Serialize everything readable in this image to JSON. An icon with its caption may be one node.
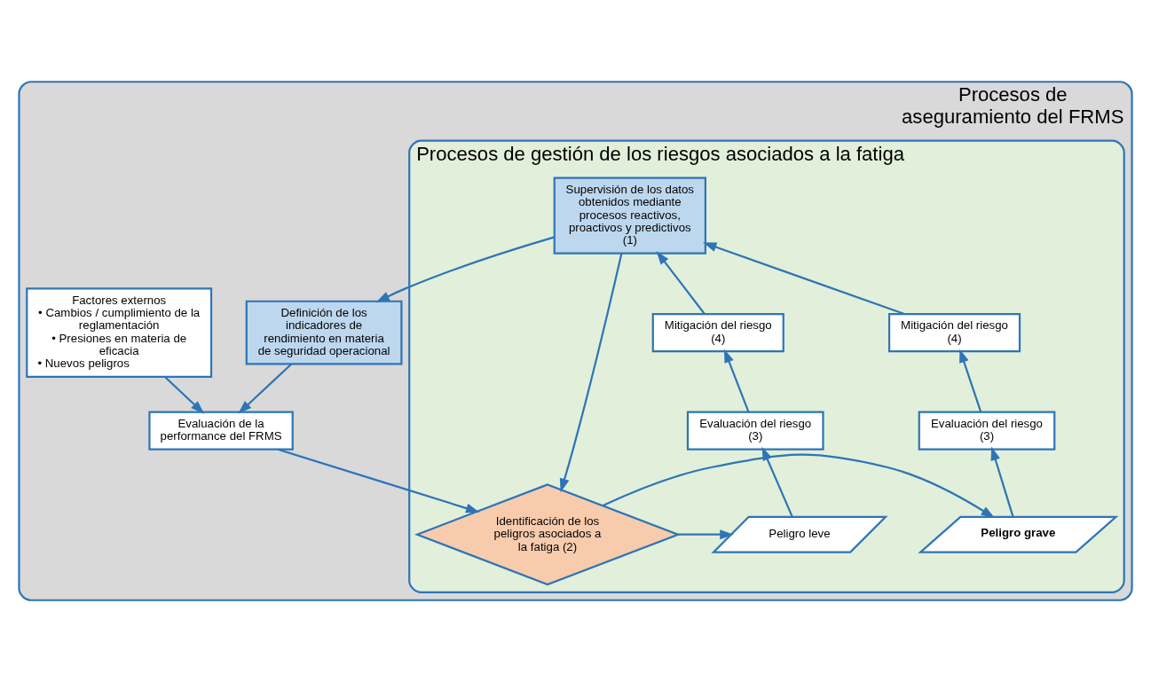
{
  "diagram": {
    "nodes": [
      {
        "text": [
          "Procesos de aseguramiento del FRMS"
        ]
      },
      {
        "text": [
          "Procesos de gestión de los riesgos asociados a la fatiga"
        ],
        "in": 0
      },
      {
        "text": [
          "Supervisión de los datos obtenidos mediante procesos reactivos, proactivos y predictivos (1)"
        ],
        "in": 1
      },
      {
        "text": [
          "Mitigación del riesgo (4)"
        ],
        "in": 1
      },
      {
        "text": [
          "Evaluación del riesgo (3)"
        ],
        "in": 1
      },
      {
        "text": [
          "Peligro leve"
        ],
        "in": 1
      },
      {
        "text": [
          "Identificación de los peligros asociados a la fatiga (2)"
        ],
        "in": 1
      },
      {
        "text": [
          "Peligro grave"
        ],
        "in": 1
      },
      {
        "text": [
          "Evaluación del riesgo (3)"
        ],
        "in": 1
      },
      {
        "text": [
          "Mitigación del riesgo (4)"
        ],
        "in": 1
      },
      {
        "text": [
          "Definición de los indicadores de rendimiento en materia de seguridad operacional"
        ],
        "in": 0
      },
      {
        "text": [
          "Factores externos",
          "• Cambios / cumplimiento de la reglamentación",
          "• Presiones en materia de eficacia",
          "• Nuevos peligros"
        ],
        "in": 0
      },
      {
        "text": [
          "Evaluación de la performance del FRMS"
        ],
        "in": 0
      }
    ],
    "edges": [
      {
        "from": 2,
        "to": 6,
        "arrow": "to"
      },
      {
        "from": 6,
        "to": 5,
        "arrow": "to"
      },
      {
        "from": 6,
        "to": 7,
        "arrow": "to"
      },
      {
        "from": 5,
        "to": 4,
        "arrow": "to"
      },
      {
        "from": 4,
        "to": 3,
        "arrow": "to"
      },
      {
        "from": 3,
        "to": 2,
        "arrow": "to"
      },
      {
        "from": 7,
        "to": 8,
        "arrow": "to"
      },
      {
        "from": 8,
        "to": 9,
        "arrow": "to"
      },
      {
        "from": 9,
        "to": 2,
        "arrow": "to"
      },
      {
        "from": 2,
        "to": 10,
        "arrow": "to"
      },
      {
        "from": 10,
        "to": 12,
        "arrow": "to"
      },
      {
        "from": 11,
        "to": 12,
        "arrow": "to"
      },
      {
        "from": 12,
        "to": 6,
        "arrow": "to"
      }
    ]
  }
}
